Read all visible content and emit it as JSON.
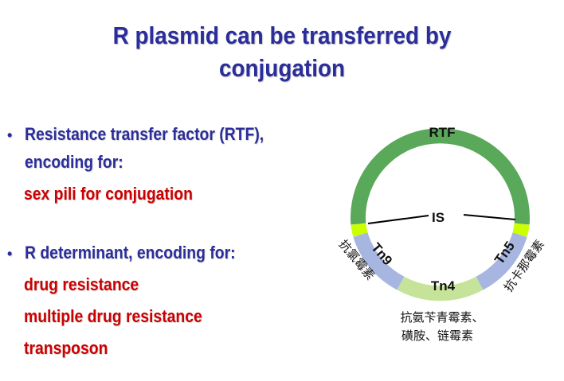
{
  "title": {
    "line1": "R plasmid can be transferred by",
    "line2": "conjugation"
  },
  "bullets": [
    {
      "bullet_glyph": "•",
      "heading_line1": "Resistance transfer factor (RTF),",
      "heading_line2": "encoding for:",
      "items": [
        "sex pili for conjugation"
      ]
    },
    {
      "bullet_glyph": "•",
      "heading_line1": "R determinant, encoding for:",
      "items": [
        "drug resistance",
        "multiple drug resistance",
        "transposon"
      ]
    }
  ],
  "diagram": {
    "rtf_label": "RTF",
    "is_label": "IS",
    "tn9_label": "Tn9",
    "tn9_drug": "抗氯霉素",
    "tn5_label": "Tn5",
    "tn5_drug": "抗卡那霉素",
    "tn4_label": "Tn4",
    "tn4_drug_line1": "抗氨苄青霉素、",
    "tn4_drug_line2": "磺胺、链霉素",
    "colors": {
      "rtf": "#5aa85a",
      "is": "#ccff00",
      "tn9": "#a7b6e0",
      "tn4": "#c6e39a",
      "tn5": "#a7b6e0"
    }
  }
}
